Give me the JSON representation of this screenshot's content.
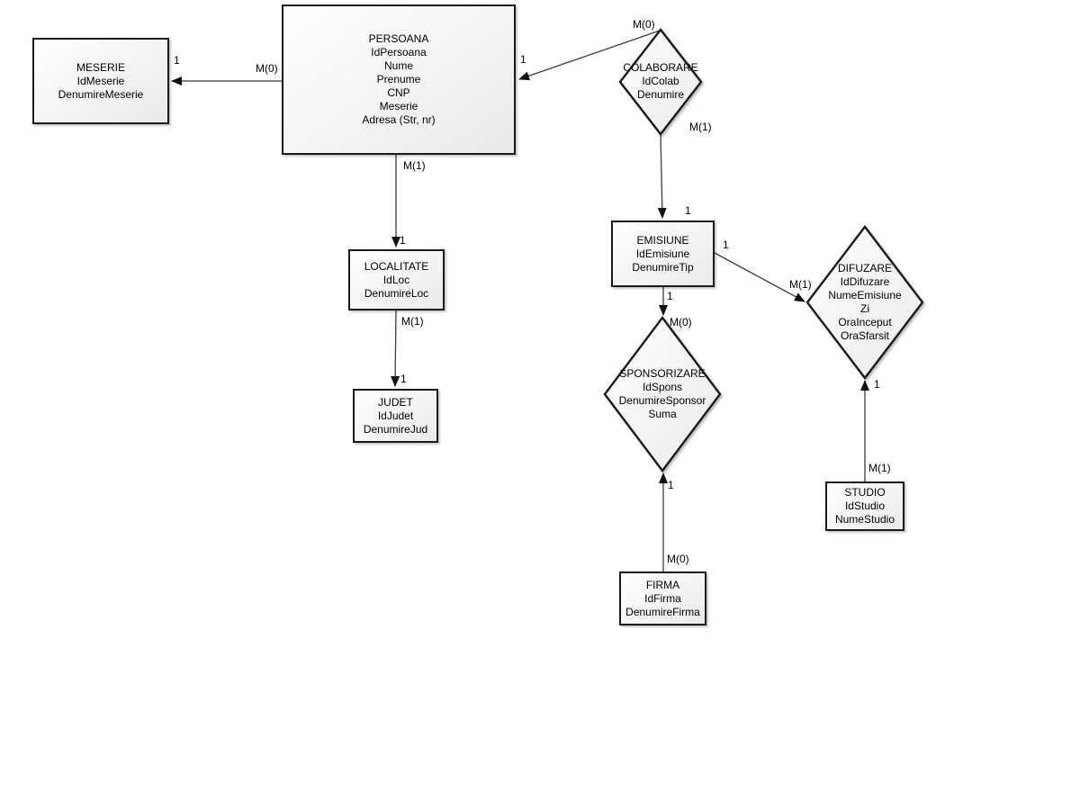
{
  "colors": {
    "background": "#ffffff",
    "shape_border": "#1a1a1a",
    "shape_fill_light": "#ffffff",
    "shape_fill_dark": "#e9e9e9",
    "connector": "#3c3c3c",
    "arrowhead": "#111111",
    "text": "#000000"
  },
  "entities": {
    "meserie": {
      "title": "MESERIE",
      "attrs": [
        "IdMeserie",
        "DenumireMeserie"
      ]
    },
    "persoana": {
      "title": "PERSOANA",
      "attrs": [
        "IdPersoana",
        "Nume",
        "Prenume",
        "CNP",
        "Meserie",
        "Adresa (Str, nr)"
      ]
    },
    "localitate": {
      "title": "LOCALITATE",
      "attrs": [
        "IdLoc",
        "DenumireLoc"
      ]
    },
    "judet": {
      "title": "JUDET",
      "attrs": [
        "IdJudet",
        "DenumireJud"
      ]
    },
    "emisiune": {
      "title": "EMISIUNE",
      "attrs": [
        "IdEmisiune",
        "DenumireTip"
      ]
    },
    "studio": {
      "title": "STUDIO",
      "attrs": [
        "IdStudio",
        "NumeStudio"
      ]
    },
    "firma": {
      "title": "FIRMA",
      "attrs": [
        "IdFirma",
        "DenumireFirma"
      ]
    }
  },
  "relationships": {
    "colaborare": {
      "title": "COLABORARE",
      "attrs": [
        "IdColab",
        "Denumire"
      ]
    },
    "sponsorizare": {
      "title": "SPONSORIZARE",
      "attrs": [
        "IdSpons",
        "DenumireSponsor",
        "Suma"
      ]
    },
    "difuzare": {
      "title": "DIFUZARE",
      "attrs": [
        "IdDifuzare",
        "NumeEmisiune",
        "Zi",
        "OraInceput",
        "OraSfarsit"
      ]
    }
  },
  "cardinalities": {
    "persoana_meserie_one": "1",
    "persoana_meserie_many": "M(0)",
    "colaborare_persoana_one": "1",
    "colaborare_top_many": "M(0)",
    "colaborare_bottom_many": "M(1)",
    "persoana_localitate_many": "M(1)",
    "persoana_localitate_one": "1",
    "localitate_judet_many": "M(1)",
    "localitate_judet_one": "1",
    "colaborare_emisiune_one": "1",
    "emisiune_difuzare_one": "1",
    "emisiune_difuzare_many": "M(1)",
    "emisiune_sponsorizare_one": "1",
    "emisiune_sponsorizare_many": "M(0)",
    "firma_sponsorizare_one": "1",
    "firma_sponsorizare_many": "M(0)",
    "studio_difuzare_one": "1",
    "studio_difuzare_many": "M(1)"
  }
}
